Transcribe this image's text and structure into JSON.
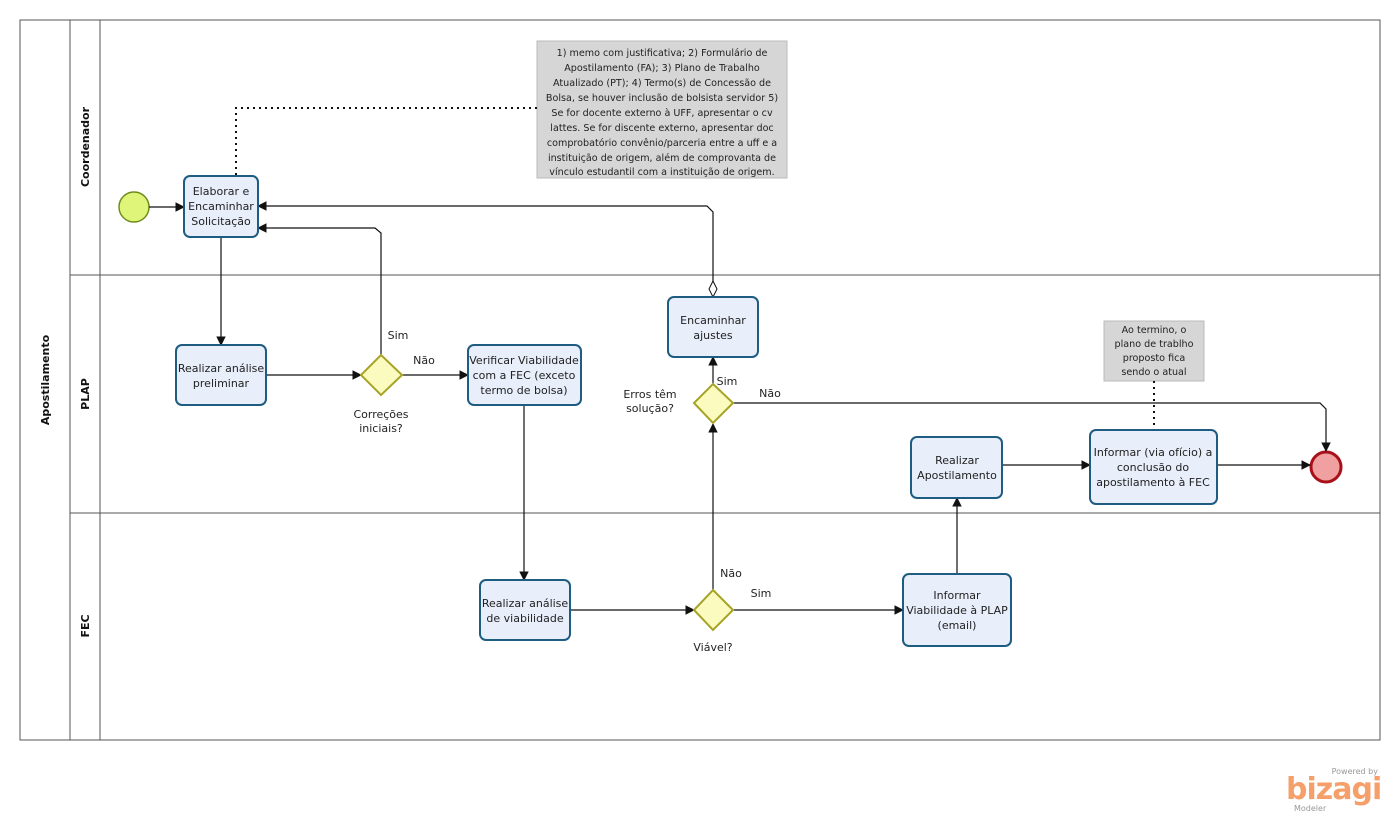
{
  "pool": {
    "name": "Apostilamento"
  },
  "lanes": [
    {
      "id": "coord",
      "name": "Coordenador"
    },
    {
      "id": "plap",
      "name": "PLAP"
    },
    {
      "id": "fec",
      "name": "FEC"
    }
  ],
  "tasks": {
    "elaborar": [
      "Elaborar e",
      "Encaminhar",
      "Solicitação"
    ],
    "realizar_analise": [
      "Realizar análise",
      "preliminar"
    ],
    "verificar": [
      "Verificar Viabilidade",
      "com a FEC (exceto",
      "termo de bolsa)"
    ],
    "encaminhar_ajustes": [
      "Encaminhar",
      "ajustes"
    ],
    "realizar_apost": [
      "Realizar",
      "Apostilamento"
    ],
    "informar_conclusao": [
      "Informar (via ofício) a",
      "conclusão do",
      "apostilamento à FEC"
    ],
    "analise_viabilidade": [
      "Realizar análise",
      "de viabilidade"
    ],
    "informar_viabilidade": [
      "Informar",
      "Viabilidade à PLAP",
      "(email)"
    ]
  },
  "gateways": {
    "correcoes": [
      "Correções",
      "iniciais?"
    ],
    "erros": [
      "Erros têm",
      "solução?"
    ],
    "viavel": [
      "Viável?"
    ]
  },
  "flow_labels": {
    "sim1": "Sim",
    "nao1": "Não",
    "sim2": "Sim",
    "nao2": "Não",
    "sim3": "Sim",
    "nao3": "Não"
  },
  "annotations": {
    "docs": [
      "1) memo com justificativa; 2) Formulário de",
      "Apostilamento (FA); 3) Plano de Trabalho",
      "Atualizado (PT); 4) Termo(s) de Concessão de",
      "Bolsa, se houver inclusão de bolsista servidor 5)",
      "Se for docente externo à UFF, apresentar o cv",
      "lattes. Se for discente externo, apresentar doc",
      "comprobatório convênio/parceria entre a uff e a",
      "instituição de origem, além de comprovanta de",
      "vínculo estudantil com a instituição de origem."
    ],
    "termino": [
      "Ao termino, o",
      "plano de trablho",
      "proposto fica",
      "sendo o atual"
    ]
  },
  "branding": {
    "powered": "Powered by",
    "name": "bizagi",
    "product": "Modeler"
  },
  "colors": {
    "task_fill": "#e8eefa",
    "task_stroke": "#1f5c82",
    "start_fill": "#dff57a",
    "end_fill": "#f0a0a0",
    "end_stroke": "#a8101a",
    "gateway_fill": "#fbfbbf"
  }
}
